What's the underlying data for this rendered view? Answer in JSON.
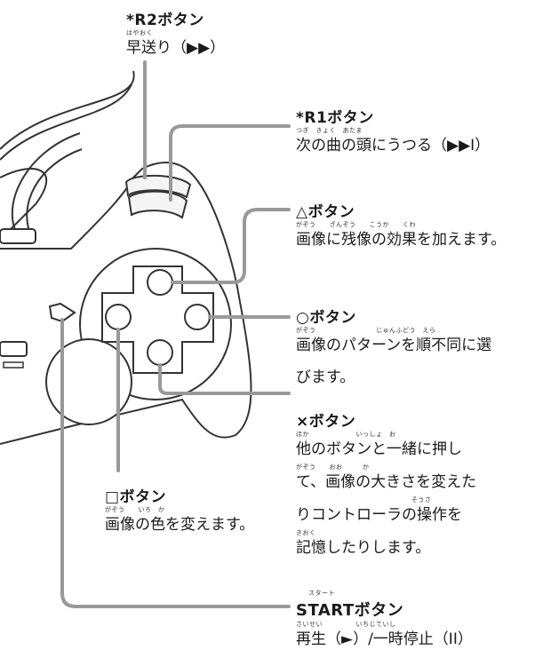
{
  "r2": {
    "title": "*R2ボタン",
    "ruby": "はやおく",
    "desc": "早送り（▶▶）"
  },
  "r1": {
    "title": "*R1ボタン",
    "ruby": "つぎ　きょく　あたま",
    "desc": "次の曲の頭にうつる（▶▶I）"
  },
  "triangle": {
    "title": "△ボタン",
    "ruby": "がぞう　　ざんぞう　　こうか　　くわ",
    "desc": "画像に残像の効果を加えます。"
  },
  "circle": {
    "title": "○ボタン",
    "ruby": "がぞう　　　　　　　　　じゅんふどう　えら",
    "desc_line1": "画像のパターンを順不同に選",
    "desc_line2": "びます。"
  },
  "cross": {
    "title": "×ボタン",
    "ruby1": "ほか　　　　　　　いっしょ　お",
    "line1": "他のボタンと一緒に押し",
    "ruby2": "がぞう　　おお　　　か",
    "line2": "て、画像の大きさを変えた",
    "ruby3": "そうさ",
    "line3": "りコントローラの操作を",
    "ruby4": "きおく",
    "line4": "記憶したりします。"
  },
  "square": {
    "title": "□ボタン",
    "ruby": "がぞう　　いろ　か",
    "desc": "画像の色を変えます。"
  },
  "start": {
    "ruby_title": "スタート",
    "title": "STARTボタン",
    "ruby": "さいせい　　　　　いちじていし",
    "desc": "再生（►）/一時停止（II）"
  }
}
